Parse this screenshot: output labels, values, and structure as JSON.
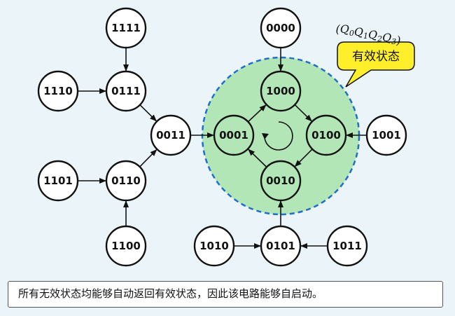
{
  "diagram": {
    "state_order_label": "(Q0Q1Q2Q3)",
    "valid_states_callout": "有效状态",
    "valid_cycle": [
      "1000",
      "0100",
      "0010",
      "0001"
    ],
    "states": [
      "1111",
      "1110",
      "0111",
      "1101",
      "0110",
      "1100",
      "0011",
      "0000",
      "1000",
      "0001",
      "0100",
      "0010",
      "1001",
      "0101",
      "1010",
      "1011"
    ],
    "transitions": [
      {
        "from": "1111",
        "to": "0111"
      },
      {
        "from": "1110",
        "to": "0111"
      },
      {
        "from": "0111",
        "to": "0011"
      },
      {
        "from": "1101",
        "to": "0110"
      },
      {
        "from": "1100",
        "to": "0110"
      },
      {
        "from": "0110",
        "to": "0011"
      },
      {
        "from": "0011",
        "to": "0001"
      },
      {
        "from": "0000",
        "to": "1000"
      },
      {
        "from": "1000",
        "to": "0100"
      },
      {
        "from": "0100",
        "to": "0010"
      },
      {
        "from": "0010",
        "to": "0001"
      },
      {
        "from": "0001",
        "to": "1000"
      },
      {
        "from": "1001",
        "to": "0100"
      },
      {
        "from": "0101",
        "to": "0010"
      },
      {
        "from": "1010",
        "to": "0101"
      },
      {
        "from": "1011",
        "to": "0101"
      }
    ],
    "colors": {
      "valid_fill": "#b2e6b6",
      "dashed_border": "#1f6fc8",
      "callout_fill": "#ffef2a",
      "node_fill": "#ffffff",
      "stroke": "#111111",
      "background": "#ebf4f8"
    }
  },
  "note": "所有无效状态均能够自动返回有效状态，因此该电路能够自启动。"
}
